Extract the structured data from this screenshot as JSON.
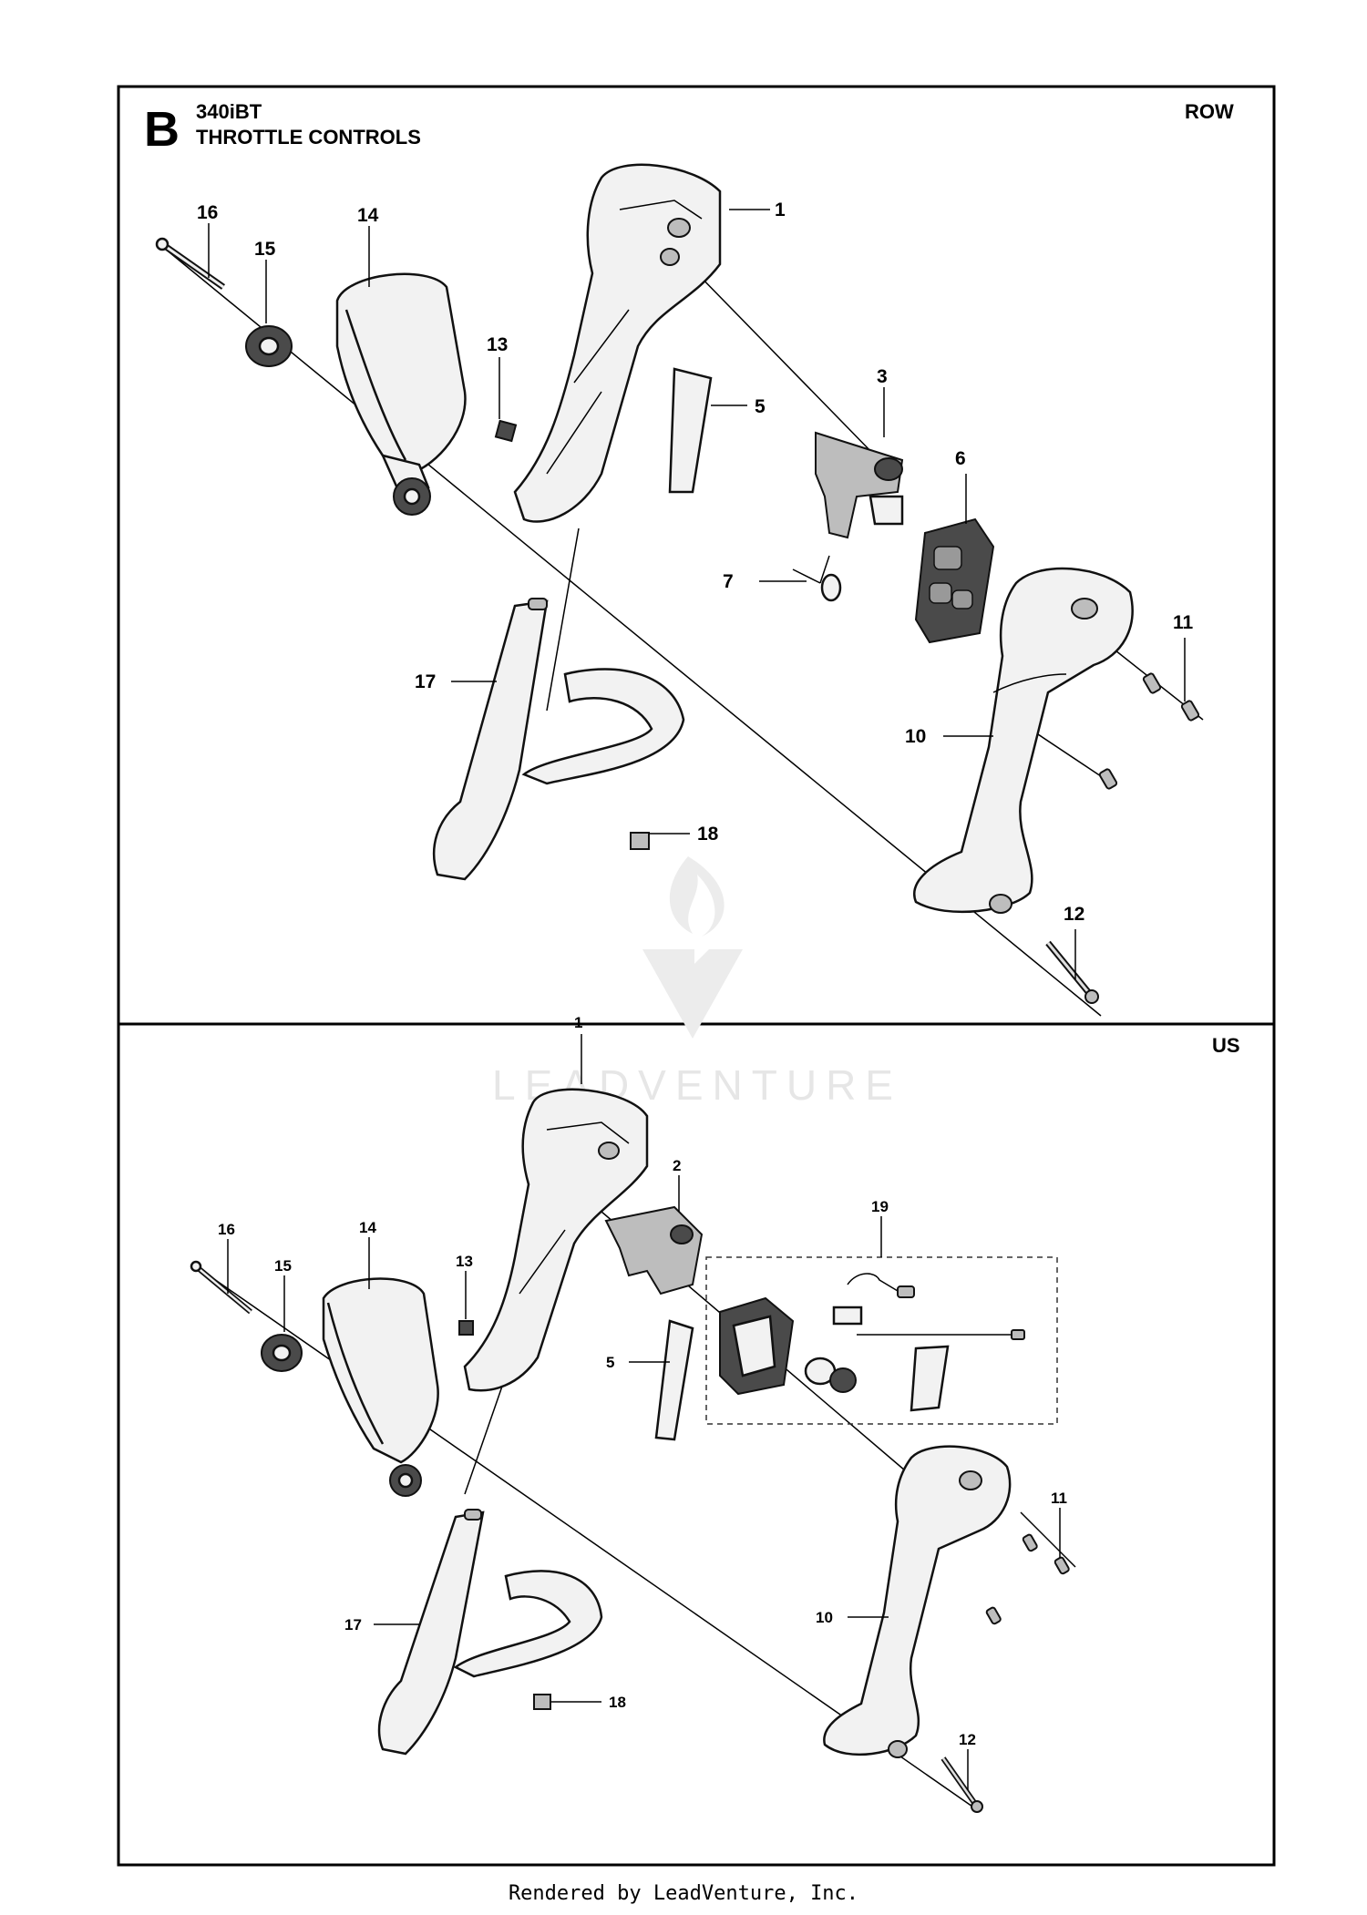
{
  "header": {
    "section_letter": "B",
    "model": "340iBT",
    "title": "THROTTLE CONTROLS"
  },
  "watermark": {
    "text": "LEADVENTURE"
  },
  "panels": [
    {
      "region": "ROW",
      "callouts": [
        "1",
        "3",
        "5",
        "6",
        "7",
        "10",
        "11",
        "12",
        "13",
        "14",
        "15",
        "16",
        "17",
        "18"
      ]
    },
    {
      "region": "US",
      "callouts": [
        "1",
        "2",
        "5",
        "10",
        "11",
        "12",
        "13",
        "14",
        "15",
        "16",
        "17",
        "18",
        "19"
      ]
    }
  ],
  "footer": {
    "text": "Rendered by LeadVenture, Inc."
  }
}
